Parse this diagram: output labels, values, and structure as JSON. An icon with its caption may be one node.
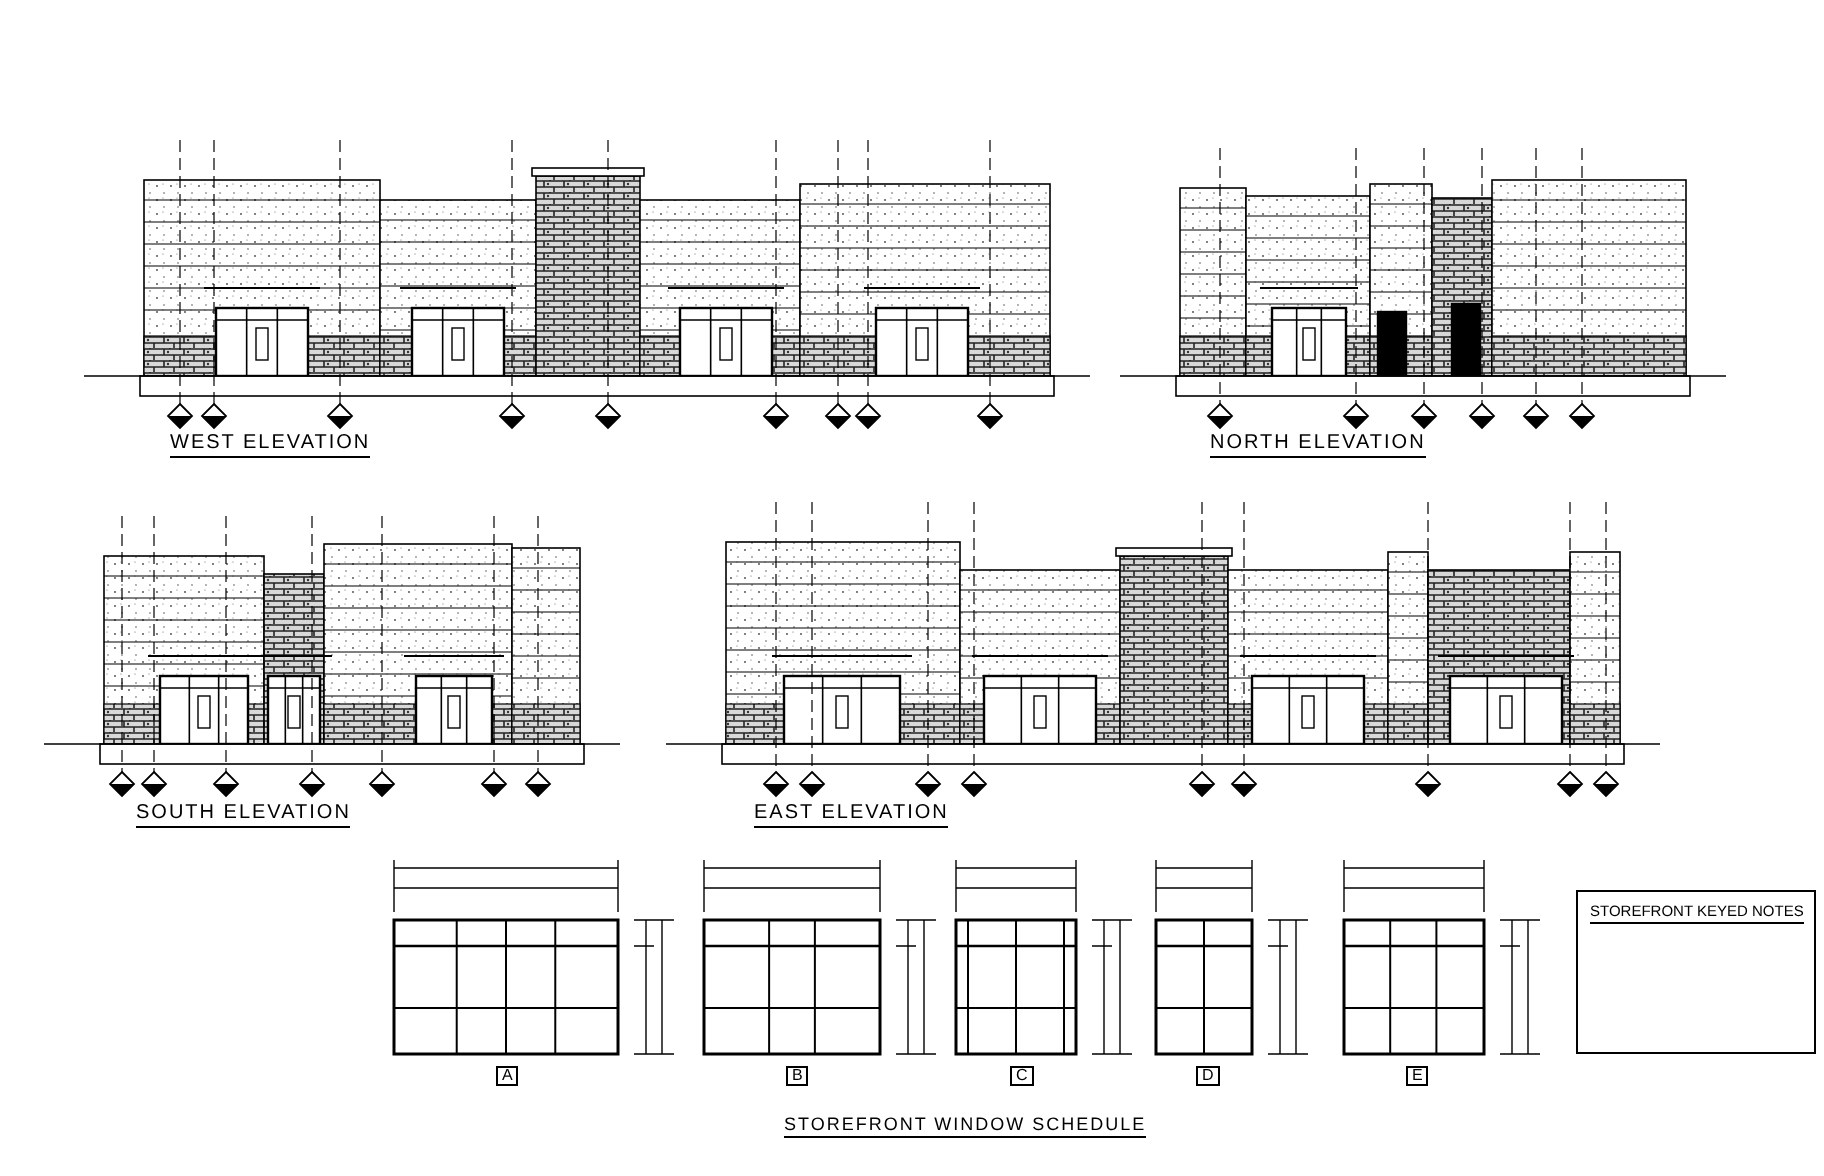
{
  "diagram": {
    "labels": [
      "WEST ELEVATION",
      "NORTH ELEVATION",
      "SOUTH ELEVATION",
      "EAST ELEVATION",
      "A",
      "B",
      "C",
      "D",
      "E",
      "STOREFRONT WINDOW SCHEDULE",
      "STOREFRONT KEYED NOTES"
    ]
  }
}
